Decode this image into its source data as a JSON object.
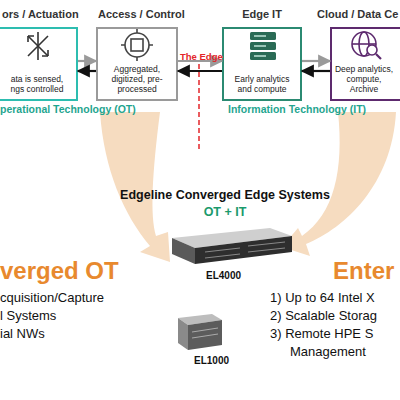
{
  "diagram": {
    "nodes": [
      {
        "text": [
          "ors / Actuation",
          "ata is sensed, ngs controlled"
        ]
      },
      {
        "text": [
          "Access / Control",
          "Aggregated, digitized, pre-processed"
        ]
      },
      {
        "text": [
          "Edge IT",
          "Early analytics and compute"
        ]
      },
      {
        "text": [
          "Cloud / Data Ce",
          "Deep analytics, compute, Archive"
        ]
      }
    ],
    "edges": [
      {
        "from": 0,
        "to": 1,
        "arrow": "to"
      },
      {
        "from": 1,
        "to": 0,
        "arrow": "to"
      },
      {
        "from": 1,
        "to": 2,
        "arrow": "to"
      },
      {
        "from": 2,
        "to": 1,
        "arrow": "to"
      },
      {
        "from": 2,
        "to": 3,
        "arrow": "to"
      },
      {
        "from": 3,
        "to": 2,
        "arrow": "to"
      }
    ],
    "labels": [
      "perational Technology (OT)",
      "Information Technology (IT)",
      "The Edge",
      "Edgeline Converged Edge Systems",
      "OT + IT",
      "EL4000",
      "EL1000",
      "verged OT",
      "cquisition/Capture",
      "l Systems",
      "ial NWs",
      "Enter",
      "1) Up to 64 Intel X",
      "2) Scalable Storag",
      "3) Remote HPE S",
      "Management"
    ]
  }
}
